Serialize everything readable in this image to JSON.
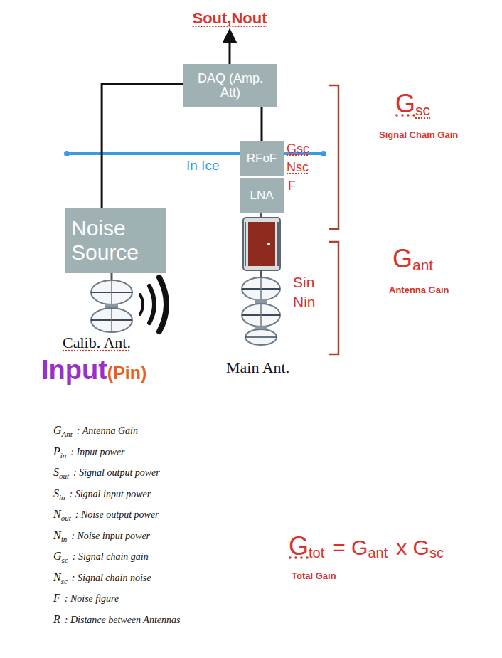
{
  "diagram": {
    "nodes": [
      {
        "text": [
          "DAQ (Amp. Att)"
        ]
      },
      {
        "text": [
          "RFoF"
        ]
      },
      {
        "text": [
          "LNA"
        ]
      },
      {
        "text": [
          "Noise Source"
        ]
      }
    ],
    "edges": [
      {
        "from": 3,
        "to": 0,
        "arrow": "none"
      },
      {
        "from": 1,
        "to": 0,
        "arrow": "none"
      }
    ],
    "labels": [
      "Sout,Nout",
      "In Ice",
      "Gsc",
      "Nsc",
      "F",
      "G",
      "sc",
      "Signal Chain Gain",
      "Sin",
      "Nin",
      "G",
      "ant",
      "Antenna Gain",
      "Calib. Ant.",
      "Input",
      "(Pin)",
      "Main Ant.",
      "G",
      "Ant",
      ": Antenna Gain",
      "P",
      "in",
      ": Input power",
      "S",
      "out",
      ": Signal output power",
      "S",
      "in",
      ": Signal input power",
      "N",
      "out",
      ": Noise output power",
      "N",
      "in",
      ": Noise input power",
      "G",
      "sc",
      ": Signal chain gain",
      "N",
      "sc",
      ": Signal chain noise",
      "F",
      ": Noise figure",
      "R",
      ": Distance between Antennas",
      "G",
      "tot",
      "= G",
      "ant",
      "x G",
      "sc",
      "Total Gain"
    ]
  }
}
